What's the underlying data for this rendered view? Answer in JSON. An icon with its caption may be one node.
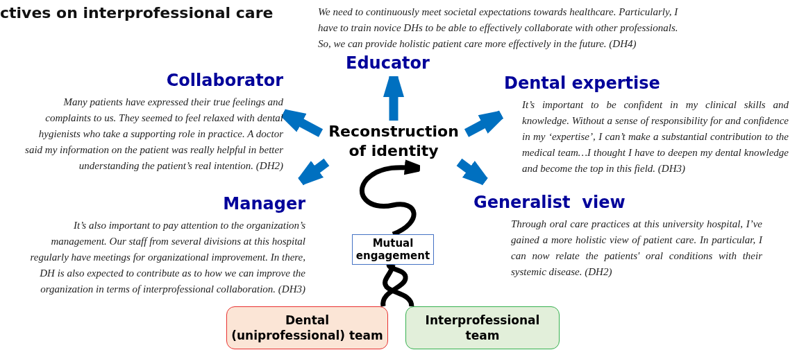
{
  "diagram": {
    "title": "ctives on interprofessional care",
    "nodes": [
      {
        "text": [
          "Reconstruction of identity"
        ]
      },
      {
        "text": [
          "We need to continuously meet societal expectations towards healthcare. Particularly, I have to train novice DHs to be able to effectively collaborate with other professionals. So, we can provide holistic patient care more effectively in the future. (DH4)",
          "Educator"
        ]
      },
      {
        "text": [
          "Collaborator",
          "Many patients have expressed their true feelings and complaints to us. They seemed to feel relaxed with dental hygienists who take a supporting role in practice.  A doctor said my information on the patient was really helpful in better understanding the patient’s real intention. (DH2)"
        ]
      },
      {
        "text": [
          "Dental expertise",
          "It’s important to be confident in my clinical skills and knowledge. Without a sense of responsibility for and confidence in my ‘expertise’, I can’t make a substantial contribution to the medical team…I thought I have to deepen my dental knowledge and become the top in this field. (DH3)"
        ]
      },
      {
        "text": [
          "Manager",
          "It’s also important to pay attention to the organization’s management. Our staff from several divisions at this hospital regularly have meetings for organizational improvement. In there, DH is also expected to contribute as to how we can improve the organization in terms of interprofessional collaboration. (DH3)"
        ]
      },
      {
        "text": [
          "Generalist  view",
          "Through oral care practices at this university hospital, I’ve gained a more holistic view of patient care. In particular, I can now relate the patients' oral conditions with their systemic disease. (DH2)"
        ]
      },
      {
        "text": [
          "Mutual engagement"
        ]
      },
      {
        "text": [
          "Dental (uniprofessional) team"
        ]
      },
      {
        "text": [
          "Interprofessional team"
        ]
      }
    ],
    "edges": [
      {
        "from": 0,
        "to": 1,
        "arrow": "to"
      },
      {
        "from": 0,
        "to": 2,
        "arrow": "to"
      },
      {
        "from": 0,
        "to": 3,
        "arrow": "to"
      },
      {
        "from": 0,
        "to": 4,
        "arrow": "to"
      },
      {
        "from": 0,
        "to": 5,
        "arrow": "to"
      },
      {
        "from": 7,
        "to": 6,
        "arrow": "none",
        "color": "#000000"
      },
      {
        "from": 8,
        "to": 6,
        "arrow": "none",
        "color": "#000000"
      },
      {
        "from": 6,
        "to": 0,
        "arrow": "to",
        "color": "#000000"
      }
    ]
  }
}
